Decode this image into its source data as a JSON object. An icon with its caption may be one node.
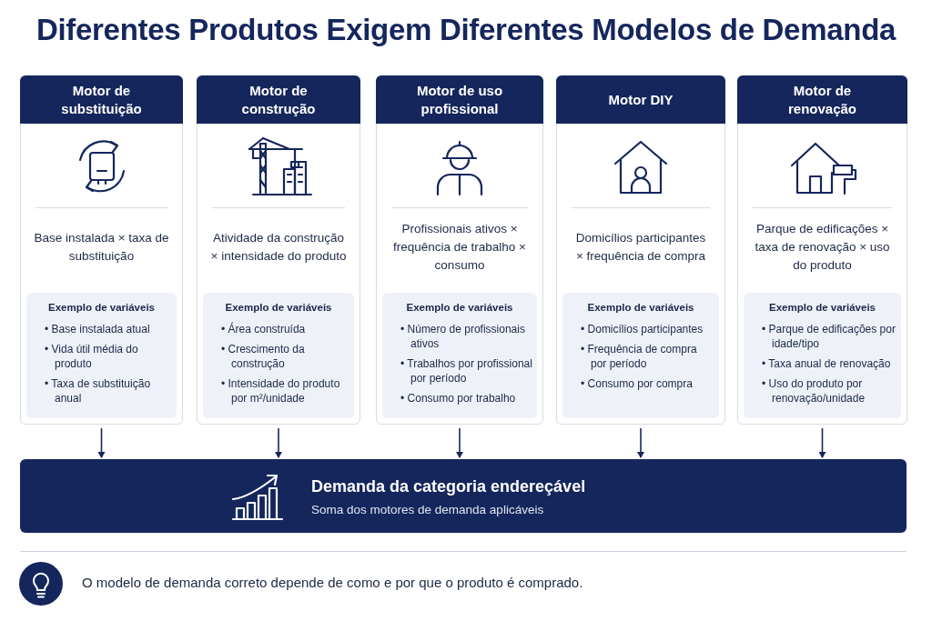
{
  "diagram": {
    "title": "Diferentes Produtos Exigem Diferentes Modelos de Demanda",
    "nodes": [
      {
        "text": [
          "Motor de substituição",
          "Base instalada × taxa de substituição"
        ]
      },
      {
        "text": [
          "Exemplo de variáveis",
          "• Base instalada atual",
          "• Vida útil média do produto",
          "• Taxa de substituição anual"
        ],
        "in": 0
      },
      {
        "text": [
          "Motor de construção",
          "Atividade da construção × intensidade do produto"
        ]
      },
      {
        "text": [
          "Exemplo de variáveis",
          "• Área construída",
          "• Crescimento da construção",
          "• Intensidade do produto por m²/unidade"
        ],
        "in": 2
      },
      {
        "text": [
          "Motor de uso profissional",
          "Profissionais ativos × frequência de trabalho × consumo"
        ]
      },
      {
        "text": [
          "Exemplo de variáveis",
          "• Número de profissionais ativos",
          "• Trabalhos por profissional por período",
          "• Consumo por trabalho"
        ],
        "in": 4
      },
      {
        "text": [
          "Motor DIY",
          "Domicílios participantes × frequência de compra"
        ]
      },
      {
        "text": [
          "Exemplo de variáveis",
          "• Domicílios participantes",
          "• Frequência de compra por período",
          "• Consumo por compra"
        ],
        "in": 6
      },
      {
        "text": [
          "Motor de renovação",
          "Parque de edificações × taxa de renovação × uso do produto"
        ]
      },
      {
        "text": [
          "Exemplo de variáveis",
          "• Parque de edificações por idade/tipo",
          "• Taxa anual de renovação",
          "• Uso do produto por renovação/unidade"
        ],
        "in": 8
      },
      {
        "text": [
          "Demanda da categoria endereçável",
          "Soma dos motores de demanda aplicáveis"
        ]
      }
    ],
    "edges": [
      {
        "from": 0,
        "to": 10,
        "arrow": "to"
      },
      {
        "from": 2,
        "to": 10,
        "arrow": "to"
      },
      {
        "from": 4,
        "to": 10,
        "arrow": "to"
      },
      {
        "from": 6,
        "to": 10,
        "arrow": "to"
      },
      {
        "from": 8,
        "to": 10,
        "arrow": "to"
      }
    ],
    "labels": [
      "O modelo de demanda correto depende de como e por que o produto é comprado."
    ]
  }
}
